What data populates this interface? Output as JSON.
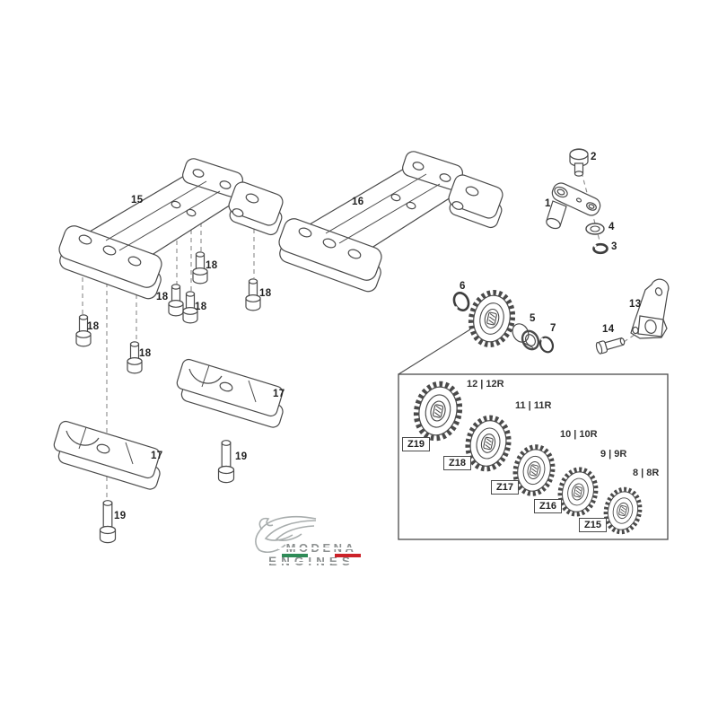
{
  "diagram_title": "engine-mount-and-sprocket-exploded-view",
  "callouts": {
    "part1": "1",
    "part2": "2",
    "part3": "3",
    "part4": "4",
    "part5": "5",
    "part6": "6",
    "part7": "7",
    "part13": "13",
    "part14": "14",
    "part15": "15",
    "part16": "16",
    "part17_right": "17",
    "part17_left": "17",
    "part18": [
      "18",
      "18",
      "18",
      "18",
      "18",
      "18"
    ],
    "part19_right": "19",
    "part19_left": "19"
  },
  "detail_box": {
    "sprockets": [
      {
        "code": "Z19",
        "ratio": "12 | 12R"
      },
      {
        "code": "Z18",
        "ratio": "11 | 11R"
      },
      {
        "code": "Z17",
        "ratio": "10 | 10R"
      },
      {
        "code": "Z16",
        "ratio": "9 | 9R"
      },
      {
        "code": "Z15",
        "ratio": "8 | 8R"
      }
    ]
  },
  "logo": {
    "line1": "MODENA",
    "line2": "ENGINES",
    "flag_green": "#2e8b57",
    "flag_red": "#cc2229",
    "text_color": "#8d9191"
  },
  "colors": {
    "line": "#4a4a4a",
    "background": "#ffffff"
  }
}
